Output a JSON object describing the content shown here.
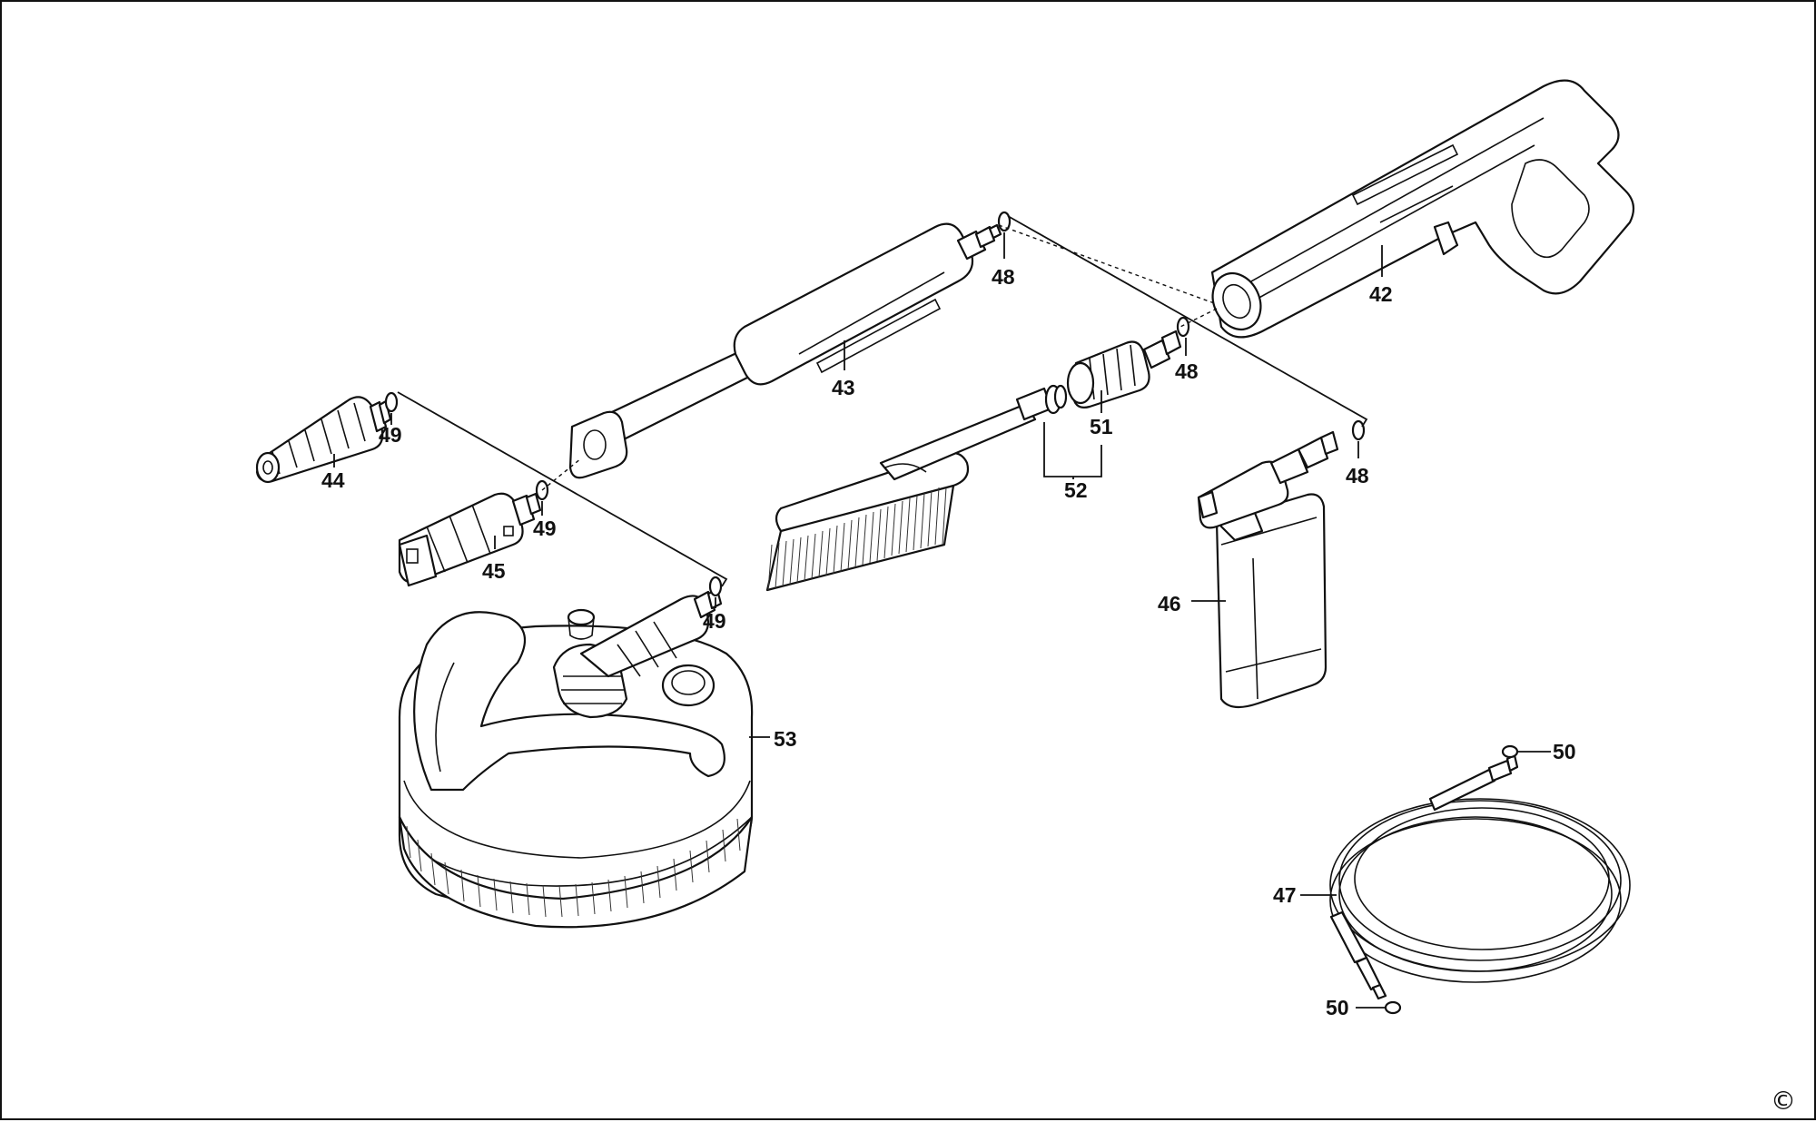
{
  "labels": {
    "p42": "42",
    "p43": "43",
    "p44": "44",
    "p45": "45",
    "p46": "46",
    "p47": "47",
    "p48a": "48",
    "p48b": "48",
    "p48c": "48",
    "p49a": "49",
    "p49b": "49",
    "p49c": "49",
    "p50a": "50",
    "p50b": "50",
    "p51": "51",
    "p52": "52",
    "p53": "53"
  },
  "copyright": "©"
}
